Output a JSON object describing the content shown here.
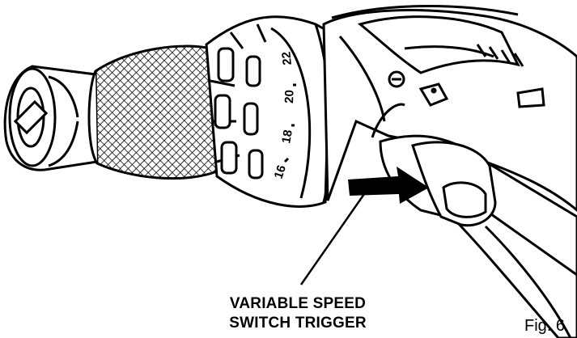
{
  "figure": {
    "callout": {
      "line1": "VARIABLE SPEED",
      "line2": "SWITCH TRIGGER"
    },
    "fig_number": "Fig. 6",
    "clutch_numbers": [
      "16",
      "18",
      "20",
      "22"
    ],
    "colors": {
      "ink": "#000000",
      "paper": "#ffffff"
    }
  }
}
